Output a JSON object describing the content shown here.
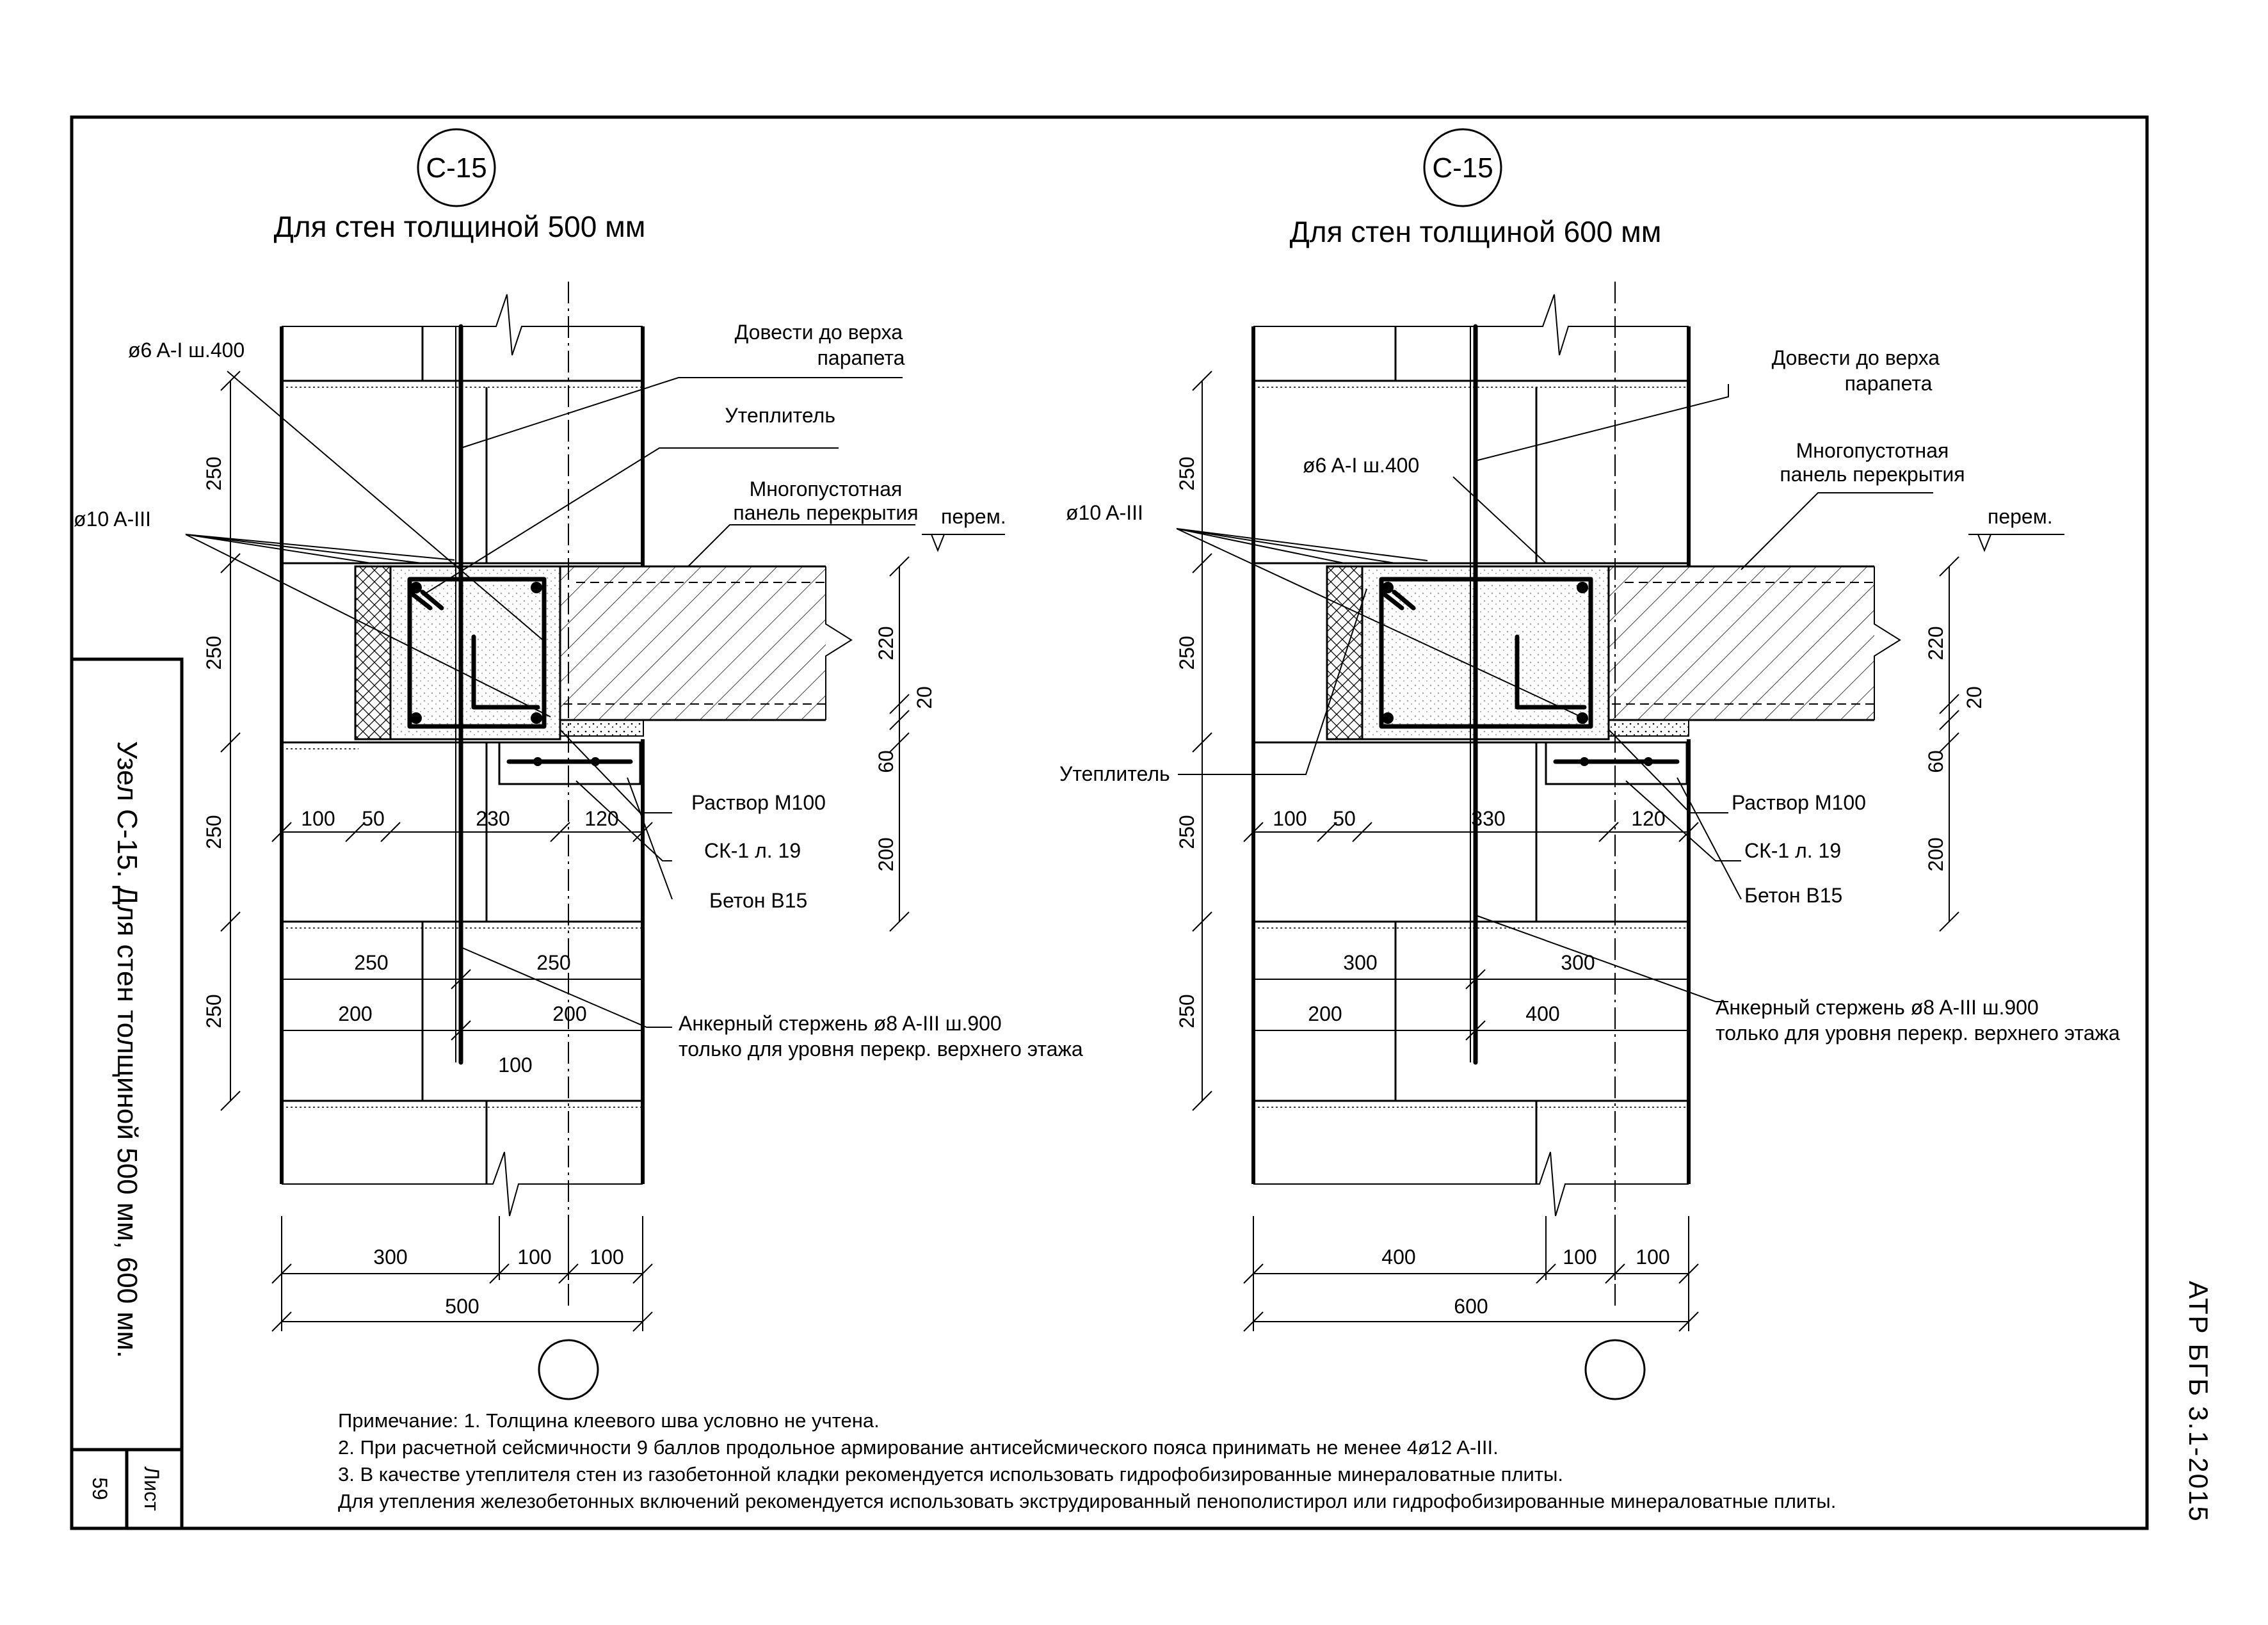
{
  "sheet": {
    "cipher": "АТР БГБ 3.1-2015",
    "side_title": "Узел С-15. Для стен толщиной 500 мм, 600 мм.",
    "sheet_label": "Лист",
    "sheet_number": "59"
  },
  "left": {
    "mark": "С-15",
    "title": "Для стен толщиной 500 мм",
    "labels": {
      "bring_to_top_1": "Довести до верха",
      "bring_to_top_2": "парапета",
      "stirrup": "ø6 A-I ш.400",
      "insulation": "Утеплитель",
      "bars": "ø10 A-III",
      "panel_1": "Многопустотная",
      "panel_2": "панель перекрытия",
      "var": "перем.",
      "mortar": "Раствор М100",
      "lintel": "СК-1 л. 19",
      "concrete": "Бетон В15",
      "anchor_1": "Анкерный стержень ø8 A-III ш.900",
      "anchor_2": "только для уровня перекр. верхнего этажа"
    },
    "dims": {
      "h1": "250",
      "h2": "250",
      "h3": "250",
      "h4": "250",
      "d220": "220",
      "d20": "20",
      "d60": "60",
      "d200": "200",
      "w100": "100",
      "w50": "50",
      "w230": "230",
      "w120": "120",
      "a250a": "250",
      "a250b": "250",
      "a200a": "200",
      "a200b": "200",
      "a100": "100",
      "b300": "300",
      "b100a": "100",
      "b100b": "100",
      "total": "500"
    }
  },
  "right": {
    "mark": "С-15",
    "title": "Для стен толщиной 600 мм",
    "labels": {
      "bring_to_top_1": "Довести до верха",
      "bring_to_top_2": "парапета",
      "stirrup": "ø6 A-I ш.400",
      "insulation": "Утеплитель",
      "bars": "ø10 A-III",
      "panel_1": "Многопустотная",
      "panel_2": "панель перекрытия",
      "var": "перем.",
      "mortar": "Раствор М100",
      "lintel": "СК-1 л. 19",
      "concrete": "Бетон В15",
      "anchor_1": "Анкерный стержень ø8 A-III ш.900",
      "anchor_2": "только для уровня перекр. верхнего этажа"
    },
    "dims": {
      "h1": "250",
      "h2": "250",
      "h3": "250",
      "h4": "250",
      "d220": "220",
      "d20": "20",
      "d60": "60",
      "d200": "200",
      "w100": "100",
      "w50": "50",
      "w330": "330",
      "w120": "120",
      "a300a": "300",
      "a300b": "300",
      "a200": "200",
      "a400": "400",
      "b400": "400",
      "b100a": "100",
      "b100b": "100",
      "total": "600"
    }
  },
  "notes": {
    "n1": "Примечание: 1. Толщина клеевого шва условно не учтена.",
    "n2": "2. При расчетной сейсмичности 9 баллов продольное армирование антисейсмического пояса принимать не менее 4ø12 A-III.",
    "n3": "3. В качестве утеплителя стен из газобетонной кладки рекомендуется использовать гидрофобизированные минераловатные плиты.",
    "n4": "Для утепления железобетонных включений рекомендуется использовать экструдированный пенополистирол или гидрофобизированные минераловатные плиты."
  }
}
